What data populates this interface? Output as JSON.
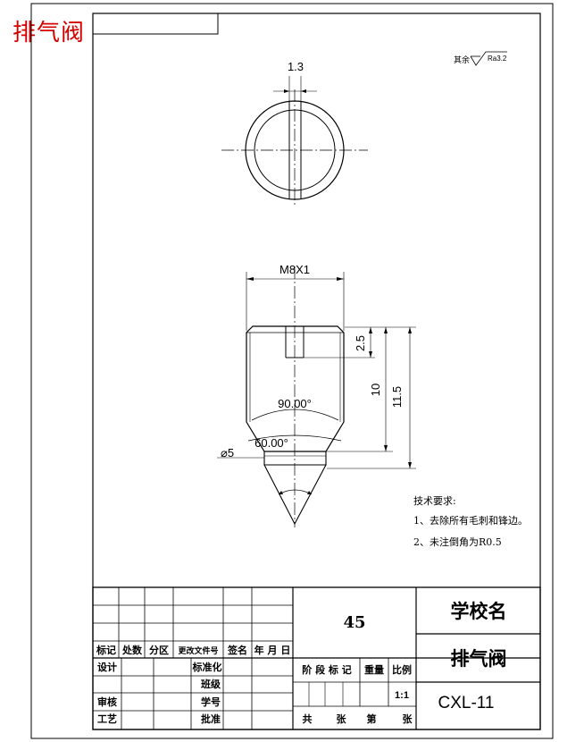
{
  "title": "排气阀",
  "surface_note": {
    "prefix": "其余",
    "ra": "Ra3.2"
  },
  "dims": {
    "slot_width": "1.3",
    "thread": "M8X1",
    "slot_depth": "2.5",
    "length_10": "10",
    "length_11_5": "11.5",
    "angle_90": "90.00°",
    "angle_60": "60.00°",
    "dia5": "⌀5"
  },
  "tech": {
    "heading": "技术要求:",
    "line1": "1、去除所有毛刺和锋边。",
    "line2": "2、未注倒角为R0.5"
  },
  "titleblock": {
    "material": "45",
    "school": "学校名",
    "part_name": "排气阀",
    "code": "CXL-11",
    "scale_label": "比例",
    "scale_value": "1:1",
    "weight_label": "重量",
    "stage_label": "阶 段 标 记",
    "sheet_gong": "共",
    "sheet_zhang": "张",
    "sheet_di": "第",
    "sheet_zhang2": "张",
    "col_biaoji": "标记",
    "col_chushu": "处数",
    "col_fenqu": "分区",
    "col_genggai": "更改文件号",
    "col_qianming": "签名",
    "col_date": "年 月 日",
    "row_sheji": "设计",
    "row_biaozhunhua": "标准化",
    "row_banji": "班级",
    "row_shenhe": "审核",
    "row_xuehao": "学号",
    "row_gongyi": "工艺",
    "row_pizhun": "批准"
  }
}
